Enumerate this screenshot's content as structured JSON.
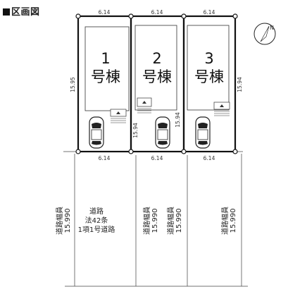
{
  "title": "区画図",
  "north": "N",
  "lots": [
    {
      "number": "1",
      "label": "号棟",
      "width_top": "6.14",
      "width_bottom": "6.14"
    },
    {
      "number": "2",
      "label": "号棟",
      "width_top": "6.14",
      "width_bottom": "6.14"
    },
    {
      "number": "3",
      "label": "号棟",
      "width_top": "6.14",
      "width_bottom": "6.14"
    }
  ],
  "depths": {
    "left": "15.95",
    "mid_left": "15.94",
    "mid_right": "15.94",
    "right": "15.94"
  },
  "road": {
    "center_line1": "道路",
    "center_line2": "法42条",
    "center_line3": "1項1号道路",
    "widths": [
      {
        "l1": "道路幅員",
        "l2": "15.990"
      },
      {
        "l1": "道路幅員",
        "l2": "15.990"
      },
      {
        "l1": "道路幅員",
        "l2": "15.990"
      },
      {
        "l1": "道路幅員",
        "l2": "15.990"
      }
    ]
  }
}
